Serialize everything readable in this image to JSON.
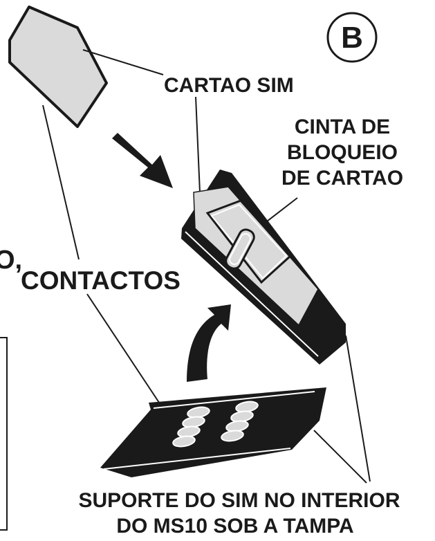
{
  "badge": "B",
  "labels": {
    "sim_card": "CARTAO SIM",
    "lock_strap": [
      "CINTA DE",
      "BLOQUEIO",
      "DE CARTAO"
    ],
    "contacts": "CONTACTOS",
    "holder": [
      "SUPORTE DO SIM NO INTERIOR",
      "DO MS10 SOB A TAMPA"
    ],
    "partial_left": "O,"
  },
  "colors": {
    "ink": "#1a1a1a",
    "card_fill": "#dadada",
    "paper": "#ffffff"
  }
}
